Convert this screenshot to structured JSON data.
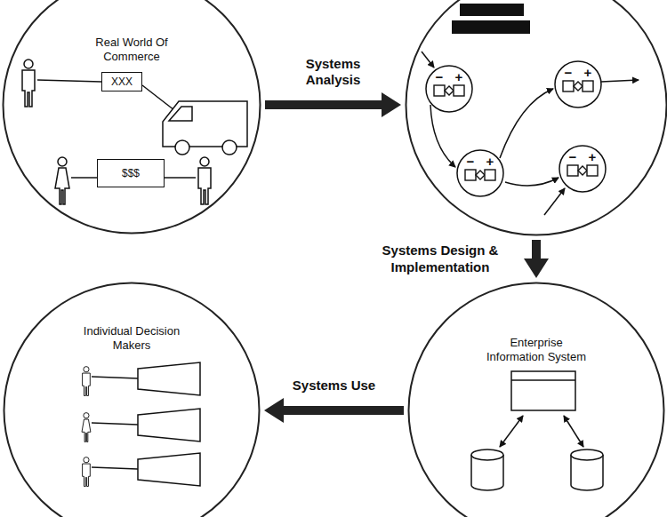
{
  "diagram": {
    "nodes": [
      {
        "text": [
          "Real World Of Commerce"
        ]
      },
      {
        "text": [
          "XXX"
        ],
        "in": 0
      },
      {
        "text": [
          "$$$"
        ],
        "in": 0
      },
      {
        "text": []
      },
      {
        "text": [
          "Individual Decision Makers"
        ]
      },
      {
        "text": [
          "Enterprise Information System"
        ]
      }
    ],
    "edges": [
      {
        "from": 0,
        "to": 3,
        "label": "Systems Analysis",
        "arrow": "to"
      },
      {
        "from": 3,
        "to": 5,
        "label": "Systems Design & Implementation",
        "arrow": "to"
      },
      {
        "from": 5,
        "to": 4,
        "label": "Systems Use",
        "arrow": "to"
      }
    ],
    "labels": [
      "−",
      "+",
      "−",
      "+",
      "−",
      "+",
      "−",
      "+"
    ]
  }
}
